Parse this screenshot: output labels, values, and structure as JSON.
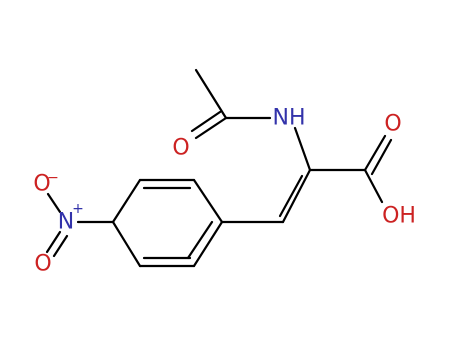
{
  "molecule": {
    "atoms": {
      "n_amide": {
        "text": "NH",
        "color": "#3333aa"
      },
      "o_amide": {
        "text": "O",
        "color": "#cc2222"
      },
      "o_acid_carbonyl": {
        "text": "O",
        "color": "#cc2222"
      },
      "oh_acid": {
        "text": "OH",
        "color": "#cc2222"
      },
      "n_nitro": {
        "text": "N",
        "color": "#3333aa"
      },
      "n_nitro_charge": {
        "text": "+",
        "color": "#3333aa"
      },
      "o_nitro_top": {
        "text": "O",
        "color": "#cc2222"
      },
      "o_nitro_top_charge": {
        "text": "−",
        "color": "#cc2222"
      },
      "o_nitro_bottom": {
        "text": "O",
        "color": "#cc2222"
      }
    },
    "bond_color": "#000000"
  }
}
